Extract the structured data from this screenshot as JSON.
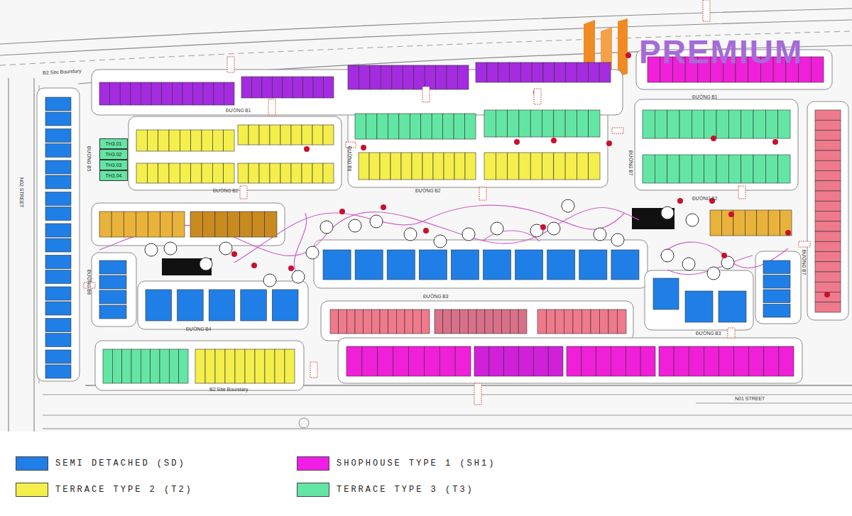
{
  "diagram": {
    "nodes": [
      {
        "text": [
          "TH3.01"
        ]
      },
      {
        "text": [
          "TH3.02"
        ]
      },
      {
        "text": [
          "TH3.03"
        ]
      },
      {
        "text": [
          "TH3.04"
        ]
      }
    ],
    "labels": [
      "PREMIUM",
      "B2 Site Boundary",
      "B2 Site Boundary",
      "N02 STREET",
      "N01 STREET",
      "ĐƯỜNG B1",
      "ĐƯỜNG B1",
      "ĐƯỜNG B2",
      "ĐƯỜNG B2",
      "ĐƯỜNG B2",
      "ĐƯỜNG B3",
      "ĐƯỜNG B3",
      "ĐƯỜNG B4",
      "ĐƯỜNG B5",
      "ĐƯỜNG B6",
      "ĐƯỜNG B8",
      "ĐƯỜNG B7",
      "ĐƯỜNG B7"
    ],
    "legend": [
      {
        "text": "SEMI DETACHED (SD)",
        "color": "#1f7fe6"
      },
      {
        "text": "SHOPHOUSE TYPE 1 (SH1)",
        "color": "#f21ee6"
      },
      {
        "text": "TERRACE TYPE 2 (T2)",
        "color": "#f4ef4c"
      },
      {
        "text": "TERRACE TYPE 3 (T3)",
        "color": "#63e6a4"
      }
    ]
  }
}
